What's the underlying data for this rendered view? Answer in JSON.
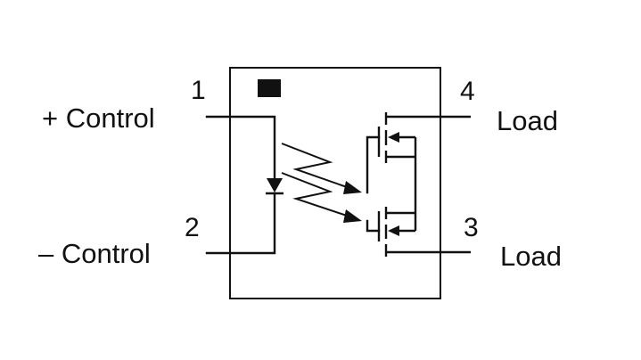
{
  "pins": {
    "pin1": "1",
    "pin2": "2",
    "pin3": "3",
    "pin4": "4"
  },
  "labels": {
    "control_plus": "+ Control",
    "control_minus": "– Control",
    "load_top": "Load",
    "load_bottom": "Load"
  },
  "colors": {
    "line": "#111111",
    "background": "#ffffff"
  }
}
